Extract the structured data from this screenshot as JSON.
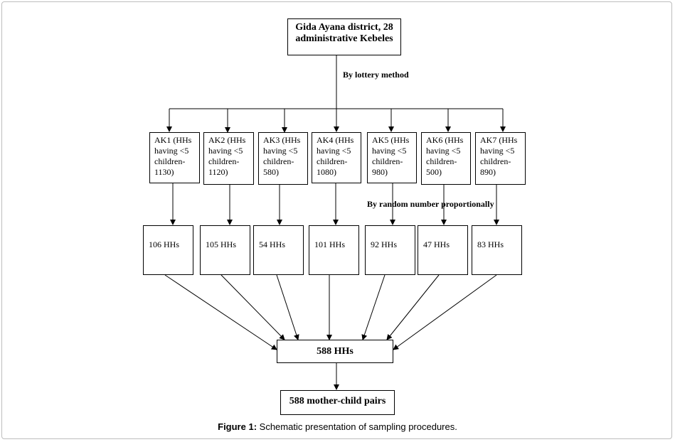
{
  "top_box": {
    "line1": "Gida Ayana district, 28",
    "line2": "administrative Kebeles"
  },
  "label_lottery": "By lottery method",
  "label_random": "By random number proportionally",
  "kebeles": [
    {
      "lines": [
        "AK1 (HHs",
        "having <5",
        "children-",
        "1130)"
      ]
    },
    {
      "lines": [
        "AK2 (HHs",
        "having <5",
        "children-",
        "1120)"
      ]
    },
    {
      "lines": [
        "AK3 (HHs",
        "having <5",
        "children-",
        "580)"
      ]
    },
    {
      "lines": [
        "AK4 (HHs",
        "having <5",
        "children-",
        "1080)"
      ]
    },
    {
      "lines": [
        "AK5 (HHs",
        "having <5",
        "children-",
        "980)"
      ]
    },
    {
      "lines": [
        "AK6 (HHs",
        "having <5",
        "children-",
        "500)"
      ]
    },
    {
      "lines": [
        "AK7 (HHs",
        "having <5",
        "children-",
        "890)"
      ]
    }
  ],
  "samples": [
    "106 HHs",
    "105 HHs",
    "54 HHs",
    "101 HHs",
    "92 HHs",
    "47 HHs",
    "83 HHs"
  ],
  "total": "588 HHs",
  "pairs": "588 mother-child pairs",
  "caption": {
    "prefix": "Figure 1:",
    "text": " Schematic presentation of sampling procedures."
  }
}
